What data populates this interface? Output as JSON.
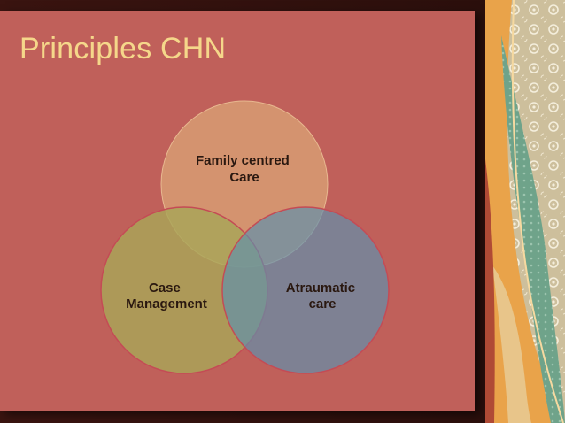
{
  "slide": {
    "title": "Principles CHN"
  },
  "diagram": {
    "type": "venn",
    "circles": [
      {
        "label_lines": [
          "Family centred",
          "Care"
        ],
        "color": "#d69a72"
      },
      {
        "label_lines": [
          "Case",
          "Management"
        ],
        "color": "#a8a658"
      },
      {
        "label_lines": [
          "Atraumatic",
          "care"
        ],
        "color": "#5f90ae"
      }
    ]
  },
  "theme": {
    "background": "#c0605a",
    "title_color": "#f5d78a",
    "frame_color": "#2b0f0c",
    "decor_colors": [
      "#e9a34a",
      "#6fa38a",
      "#e8c58a",
      "#d9d2b4",
      "#b04a35"
    ]
  }
}
